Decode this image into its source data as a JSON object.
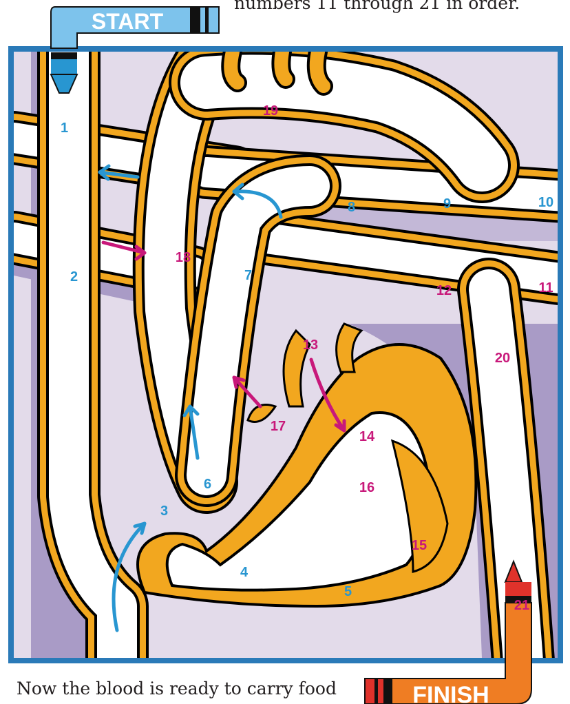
{
  "intro_text": "numbers 11 through 21 in order.",
  "footer_text": "Now the blood is ready to carry food",
  "start_label": "START",
  "finish_label": "FINISH",
  "colors": {
    "frame": "#2a7ab8",
    "background": "#e3dbea",
    "shadow": "#a99bc6",
    "vessel_wall": "#f2a71f",
    "outline": "#000000",
    "blue_path": "#2896d1",
    "pink_path": "#c8187a",
    "start_crayon": "#7dc3ec",
    "finish_crayon": "#ef7d23"
  },
  "blue_numbers": [
    "1",
    "2",
    "3",
    "4",
    "5",
    "6",
    "7",
    "8",
    "9",
    "10"
  ],
  "pink_numbers": [
    "11",
    "12",
    "13",
    "14",
    "15",
    "16",
    "17",
    "18",
    "19",
    "20",
    "21"
  ]
}
